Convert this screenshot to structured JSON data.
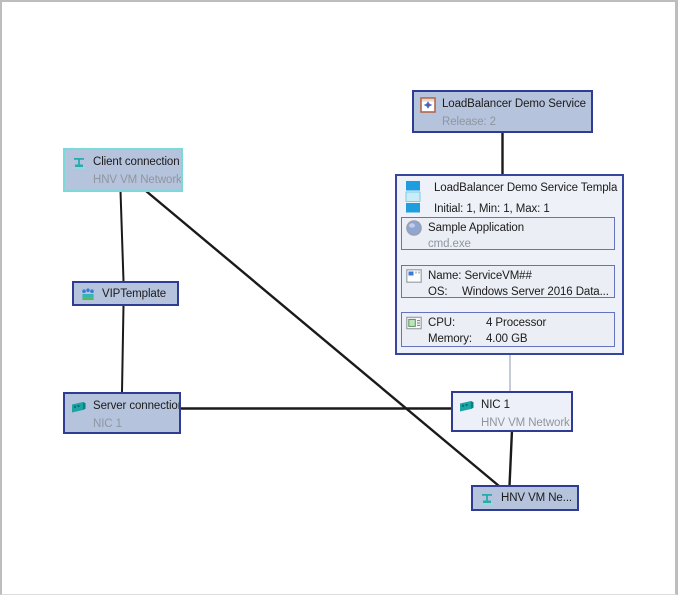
{
  "window": {
    "background": "#ffffff",
    "frame_color": "#bdbdbd"
  },
  "colors": {
    "node_fill": "#b6c3dc",
    "node_border": "#2e3d93",
    "selected_node_border": "#7ad9d9",
    "panel_fill": "#eef1f8",
    "subbox_border": "#6573bd",
    "connector": "#1a1a1a",
    "connector_muted": "#b8bccb",
    "subtitle_text": "#8f96a0",
    "icon_teal": "#2aabab",
    "icon_blue": "#1e9ede"
  },
  "nodes": {
    "service": {
      "icon": "service-icon",
      "title": "LoadBalancer Demo Service",
      "subtitle": "Release: 2"
    },
    "client_connection": {
      "icon": "vm-network-icon",
      "title": "Client connection",
      "subtitle": "HNV VM Network",
      "selected": true
    },
    "template": {
      "icon": "machine-tier-icon",
      "title": "LoadBalancer Demo Service Templa",
      "subtitle": "Initial: 1, Min: 1, Max: 1",
      "application": {
        "icon": "application-icon",
        "title": "Sample Application",
        "subtitle": "cmd.exe"
      },
      "identity": {
        "icon": "os-window-icon",
        "name_label": "Name:",
        "name_value": "ServiceVM##",
        "os_label": "OS:",
        "os_value": "Windows Server 2016 Data..."
      },
      "hardware": {
        "icon": "cpu-chip-icon",
        "cpu_label": "CPU:",
        "cpu_value": "4 Processor",
        "memory_label": "Memory:",
        "memory_value": "4.00 GB"
      }
    },
    "vip_template": {
      "icon": "vip-template-icon",
      "title": "VIPTemplate"
    },
    "server_connection": {
      "icon": "nic-icon",
      "title": "Server connection",
      "subtitle": "NIC 1"
    },
    "nic": {
      "icon": "nic-icon",
      "title": "NIC 1",
      "subtitle": "HNV VM Network"
    },
    "vm_network": {
      "icon": "vm-network-icon",
      "title": "HNV VM Ne..."
    }
  }
}
